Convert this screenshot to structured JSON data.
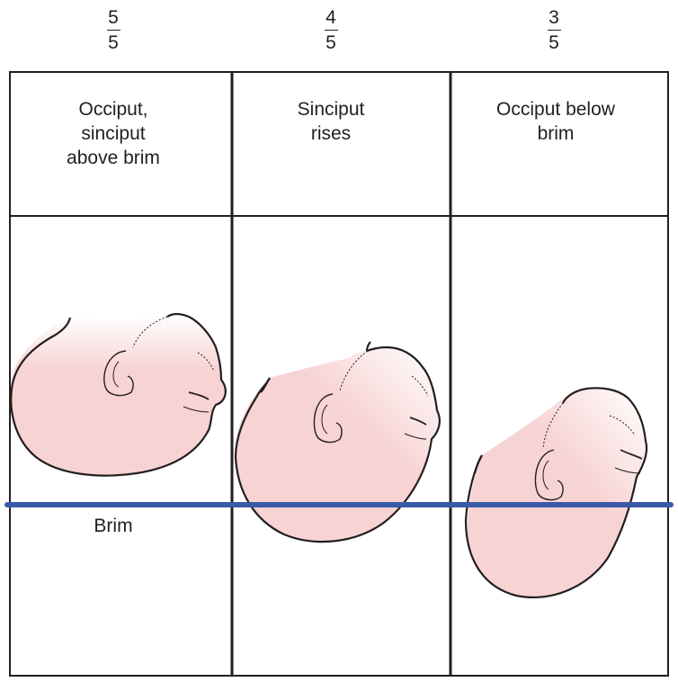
{
  "columns": [
    {
      "fraction": {
        "numerator": "5",
        "denominator": "5"
      },
      "label_lines": [
        "Occiput,",
        "sinciput",
        "above brim"
      ]
    },
    {
      "fraction": {
        "numerator": "4",
        "denominator": "5"
      },
      "label_lines": [
        "Sinciput",
        "rises"
      ]
    },
    {
      "fraction": {
        "numerator": "3",
        "denominator": "5"
      },
      "label_lines": [
        "Occiput below",
        "brim"
      ]
    }
  ],
  "brim_label": "Brim",
  "colors": {
    "head_fill": "#f8d3d3",
    "head_outline": "#231f20",
    "brim_line": "#3a5aa8",
    "frame": "#231f20"
  }
}
